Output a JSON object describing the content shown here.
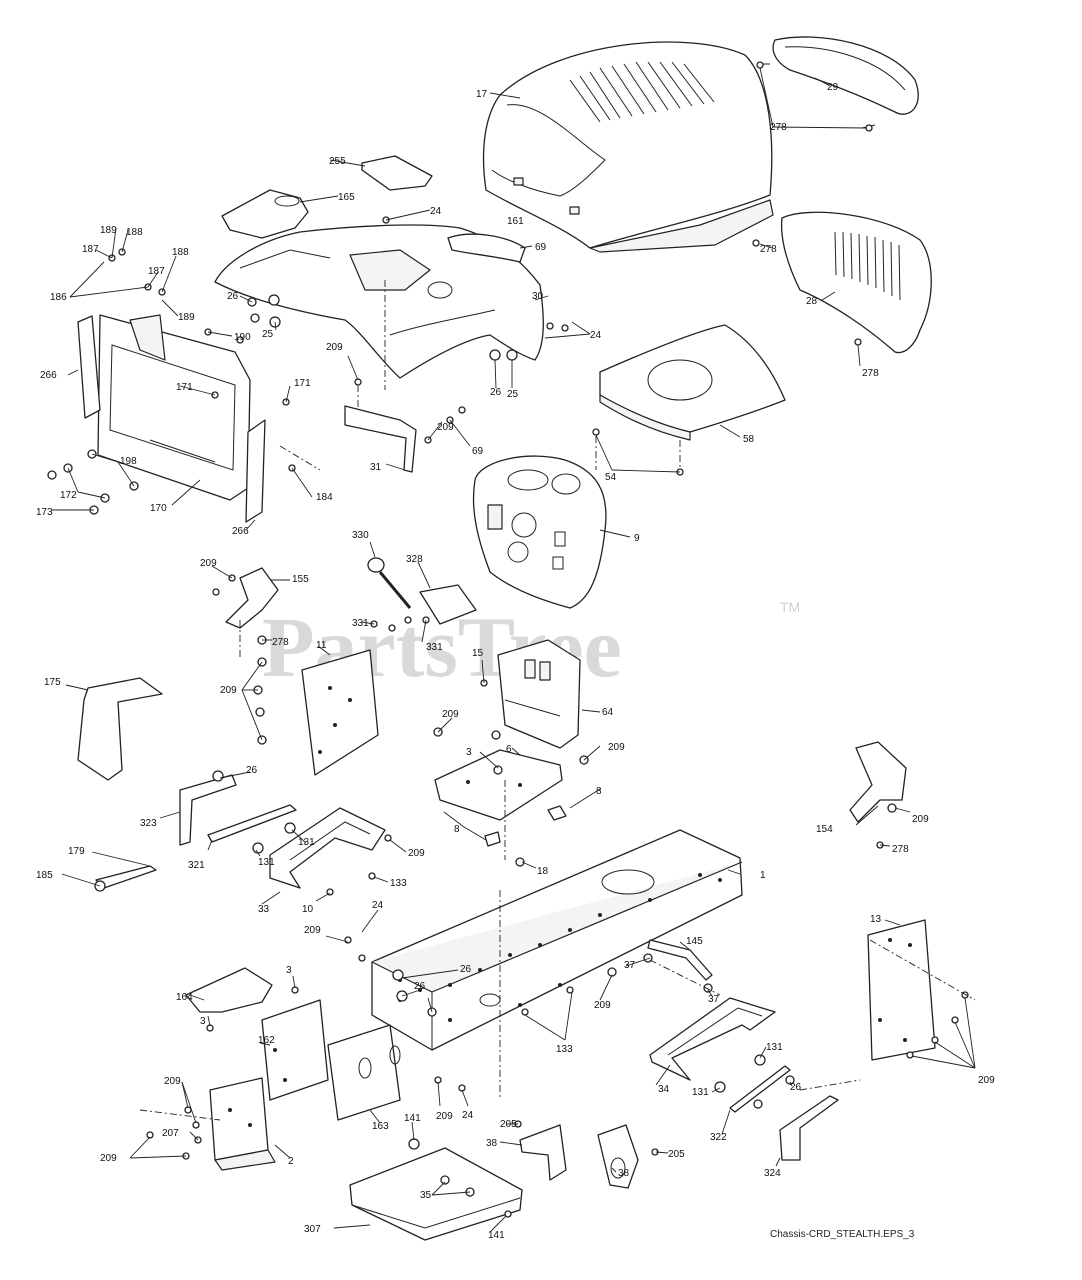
{
  "watermark": {
    "text": "PartsTree",
    "tm": "TM"
  },
  "caption": "Chassis-CRD_STEALTH.EPS_3",
  "parts": [
    {
      "id": "hood",
      "label": "17"
    },
    {
      "id": "headlight-bezel",
      "label": "29"
    },
    {
      "id": "screw-278-hood",
      "label": "278"
    },
    {
      "id": "decal-161",
      "label": "161"
    },
    {
      "id": "plate-255",
      "label": "255"
    },
    {
      "id": "cover-165",
      "label": "165"
    },
    {
      "id": "screw-24-top",
      "label": "24"
    },
    {
      "id": "dash-panel-30",
      "label": "30"
    },
    {
      "id": "cover-69",
      "label": "69"
    },
    {
      "id": "grille-28",
      "label": "28"
    },
    {
      "id": "screw-278-grille-a",
      "label": "278"
    },
    {
      "id": "screw-278-grille-b",
      "label": "278"
    },
    {
      "id": "screw-24-right",
      "label": "24"
    },
    {
      "id": "nut-26-left",
      "label": "26"
    },
    {
      "id": "washer-25-left",
      "label": "25"
    },
    {
      "id": "nut-26-mid",
      "label": "26"
    },
    {
      "id": "washer-25-mid",
      "label": "25"
    },
    {
      "id": "bolt-209-dash",
      "label": "209"
    },
    {
      "id": "bracket-31",
      "label": "31"
    },
    {
      "id": "bolt-209-b",
      "label": "209"
    },
    {
      "id": "bolt-69",
      "label": "69"
    },
    {
      "id": "shroud-58",
      "label": "58"
    },
    {
      "id": "screw-54",
      "label": "54"
    },
    {
      "id": "console-9",
      "label": "9"
    },
    {
      "id": "spring-189-a",
      "label": "189"
    },
    {
      "id": "pin-188-a",
      "label": "188"
    },
    {
      "id": "pin-187-a",
      "label": "187"
    },
    {
      "id": "clip-186",
      "label": "186"
    },
    {
      "id": "pin-187-b",
      "label": "187"
    },
    {
      "id": "pin-188-b",
      "label": "188"
    },
    {
      "id": "spring-189-b",
      "label": "189"
    },
    {
      "id": "screw-190",
      "label": "190"
    },
    {
      "id": "screw-171-a",
      "label": "171"
    },
    {
      "id": "screw-171-b",
      "label": "171"
    },
    {
      "id": "rail-266-left",
      "label": "266"
    },
    {
      "id": "rail-266-right",
      "label": "266"
    },
    {
      "id": "washer-198",
      "label": "198"
    },
    {
      "id": "nut-172",
      "label": "172"
    },
    {
      "id": "bolt-173",
      "label": "173"
    },
    {
      "id": "mount-170",
      "label": "170"
    },
    {
      "id": "pin-184",
      "label": "184"
    },
    {
      "id": "bracket-155",
      "label": "155"
    },
    {
      "id": "bolt-209-155",
      "label": "209"
    },
    {
      "id": "screw-278-155",
      "label": "278"
    },
    {
      "id": "knob-330",
      "label": "330"
    },
    {
      "id": "lever-328",
      "label": "328"
    },
    {
      "id": "screw-331-a",
      "label": "331"
    },
    {
      "id": "screw-331-b",
      "label": "331"
    },
    {
      "id": "panel-11",
      "label": "11"
    },
    {
      "id": "bolt-209-11",
      "label": "209"
    },
    {
      "id": "pin-15",
      "label": "15"
    },
    {
      "id": "module-64",
      "label": "64"
    },
    {
      "id": "guard-175",
      "label": "175"
    },
    {
      "id": "bolt-209-plate-a",
      "label": "209"
    },
    {
      "id": "bolt-3-plate",
      "label": "3"
    },
    {
      "id": "plate-6",
      "label": "6"
    },
    {
      "id": "bolt-209-plate-b",
      "label": "209"
    },
    {
      "id": "clip-8-a",
      "label": "8"
    },
    {
      "id": "clip-8-b",
      "label": "8"
    },
    {
      "id": "nut-18",
      "label": "18"
    },
    {
      "id": "bracket-154",
      "label": "154"
    },
    {
      "id": "bolt-209-154",
      "label": "209"
    },
    {
      "id": "screw-278-154",
      "label": "278"
    },
    {
      "id": "nut-26-323",
      "label": "26"
    },
    {
      "id": "plate-323",
      "label": "323"
    },
    {
      "id": "bar-321",
      "label": "321"
    },
    {
      "id": "nut-131-a",
      "label": "131"
    },
    {
      "id": "nut-131-b",
      "label": "131"
    },
    {
      "id": "footrest-33",
      "label": "33"
    },
    {
      "id": "bolt-209-33",
      "label": "209"
    },
    {
      "id": "screw-133-a",
      "label": "133"
    },
    {
      "id": "bolt-10",
      "label": "10"
    },
    {
      "id": "rod-179",
      "label": "179"
    },
    {
      "id": "clip-185",
      "label": "185"
    },
    {
      "id": "frame-1",
      "label": "1"
    },
    {
      "id": "screw-24-frame",
      "label": "24"
    },
    {
      "id": "bolt-209-frame",
      "label": "209"
    },
    {
      "id": "nut-26-frame-a",
      "label": "26"
    },
    {
      "id": "nut-26-frame-b",
      "label": "26"
    },
    {
      "id": "bracket-145",
      "label": "145"
    },
    {
      "id": "nut-37-a",
      "label": "37"
    },
    {
      "id": "nut-37-b",
      "label": "37"
    },
    {
      "id": "bolt-209-frame-b",
      "label": "209"
    },
    {
      "id": "screw-133-b",
      "label": "133"
    },
    {
      "id": "plate-13",
      "label": "13"
    },
    {
      "id": "bolt-209-13",
      "label": "209"
    },
    {
      "id": "bolt-3-164",
      "label": "3"
    },
    {
      "id": "bracket-164",
      "label": "164"
    },
    {
      "id": "bolt-3-164-b",
      "label": "3"
    },
    {
      "id": "plate-162",
      "label": "162"
    },
    {
      "id": "plate-163",
      "label": "163"
    },
    {
      "id": "bolt-209-163",
      "label": "209"
    },
    {
      "id": "screw-24-163",
      "label": "24"
    },
    {
      "id": "bolt-209-2a",
      "label": "209"
    },
    {
      "id": "washer-207",
      "label": "207"
    },
    {
      "id": "bolt-209-2b",
      "label": "209"
    },
    {
      "id": "bracket-2",
      "label": "2"
    },
    {
      "id": "footrest-34",
      "label": "34"
    },
    {
      "id": "nut-131-c",
      "label": "131"
    },
    {
      "id": "nut-131-d",
      "label": "131"
    },
    {
      "id": "bar-322",
      "label": "322"
    },
    {
      "id": "nut-26-324",
      "label": "26"
    },
    {
      "id": "plate-324",
      "label": "324"
    },
    {
      "id": "screw-205-a",
      "label": "205"
    },
    {
      "id": "bracket-38-a",
      "label": "38"
    },
    {
      "id": "bracket-38-b",
      "label": "38"
    },
    {
      "id": "screw-205-b",
      "label": "205"
    },
    {
      "id": "nut-141-a",
      "label": "141"
    },
    {
      "id": "bolt-35",
      "label": "35"
    },
    {
      "id": "plate-307",
      "label": "307"
    },
    {
      "id": "nut-141-b",
      "label": "141"
    }
  ]
}
